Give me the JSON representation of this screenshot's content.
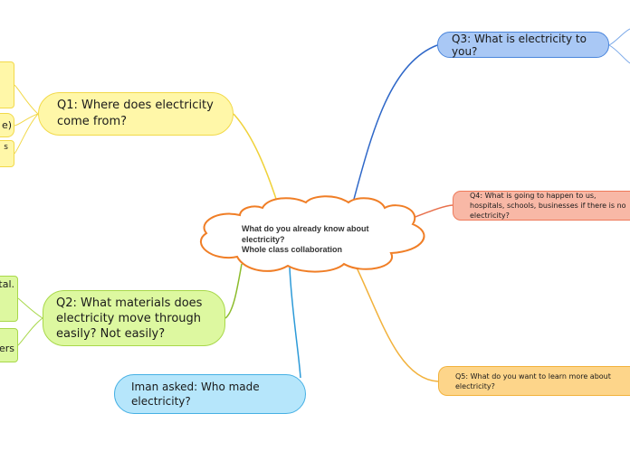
{
  "central": {
    "text": "What do you already know about\nelectricity?\n Whole class collaboration"
  },
  "branches": {
    "q1": "Q1: Where does electricity come from?",
    "q2": "Q2: What materials does electricity move through easily? Not easily?",
    "iman": "Iman asked: Who made electricity?",
    "q3": "Q3: What is electricity to you?",
    "q4": "Q4: What is going to happen to us, hospitals, schools, businesses if there is no electricity?",
    "q5": "Q5: What do you want to learn more about electricity?"
  },
  "cutoff_fragments": {
    "q1_b": "e)",
    "q1_c": "s",
    "q2_a": "tal.",
    "q2_b": "\ners"
  },
  "colors": {
    "q1": "#fff7a8",
    "q2": "#ddf8a0",
    "iman": "#b6e6fb",
    "q3": "#a9c8f5",
    "q4": "#f8b8a6",
    "q5": "#fdd58a",
    "central_border": "#f07e26"
  }
}
